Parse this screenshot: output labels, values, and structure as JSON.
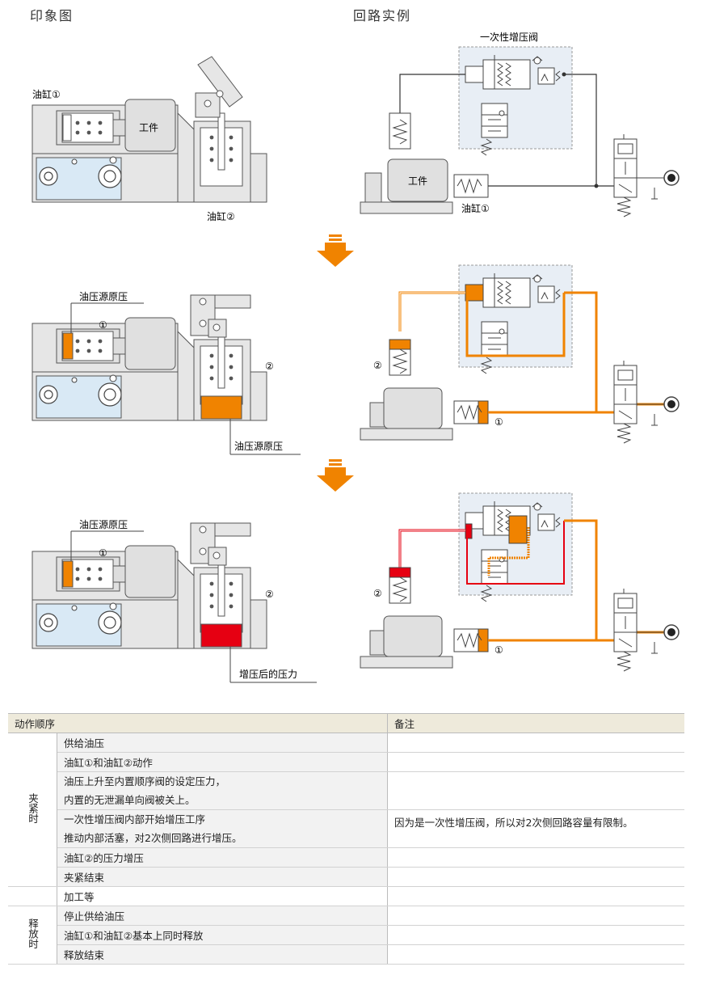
{
  "headers": {
    "left": "印象图",
    "right": "回路实例"
  },
  "labels": {
    "cyl1": "油缸①",
    "cyl2": "油缸②",
    "workpiece": "工件",
    "valve": "一次性增压阀",
    "src_pressure": "油压源原压",
    "boosted": "增压后的压力",
    "n1": "①",
    "n2": "②"
  },
  "colors": {
    "orange": "#f08300",
    "red": "#e60012",
    "panel": "#e8eef5",
    "body": "#e6e6e6"
  },
  "table": {
    "col_action": "动作顺序",
    "col_note": "备注",
    "group_clamp": "夹紧时",
    "group_release": "释放时",
    "rows": [
      {
        "lines": [
          "供给油压"
        ],
        "note": ""
      },
      {
        "lines": [
          "油缸①和油缸②动作"
        ],
        "note": ""
      },
      {
        "lines": [
          "油压上升至内置顺序阀的设定压力，",
          "内置的无泄漏单向阀被关上。"
        ],
        "note": ""
      },
      {
        "lines": [
          "一次性增压阀内部开始增压工序",
          "推动内部活塞，对2次侧回路进行增压。"
        ],
        "note": "因为是一次性增压阀，所以对2次侧回路容量有限制。"
      },
      {
        "lines": [
          "油缸②的压力增压"
        ],
        "note": ""
      },
      {
        "lines": [
          "夹紧结束"
        ],
        "note": ""
      },
      {
        "lines": [
          "加工等"
        ],
        "note": ""
      },
      {
        "lines": [
          "停止供给油压"
        ],
        "note": ""
      },
      {
        "lines": [
          "油缸①和油缸②基本上同时释放"
        ],
        "note": ""
      },
      {
        "lines": [
          "释放结束"
        ],
        "note": ""
      }
    ]
  }
}
